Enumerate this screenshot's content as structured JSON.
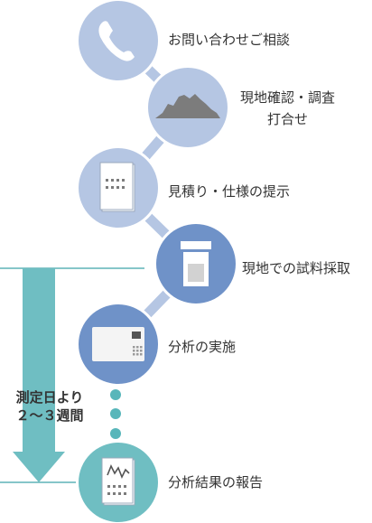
{
  "colors": {
    "light_circle": "#b5c6e3",
    "dark_circle": "#6f92c8",
    "connector": "#b5c6e3",
    "teal": "#6fbec2",
    "teal_line": "#5fb3b7",
    "dot": "#58b6ba",
    "icon_gray": "#7c7c7c"
  },
  "steps": [
    {
      "label": "お問い合わせご相談",
      "icon": "phone-icon"
    },
    {
      "label_lines": [
        "現地確認・調査",
        "打合せ"
      ],
      "icon": "mound-icon"
    },
    {
      "label": "見積り・仕様の提示",
      "icon": "document-icon"
    },
    {
      "label": "現地での試料採取",
      "icon": "sample-jar-icon"
    },
    {
      "label": "分析の実施",
      "icon": "analyzer-device-icon"
    },
    {
      "label": "分析結果の報告",
      "icon": "report-chart-icon"
    }
  ],
  "duration": {
    "line1": "測定日より",
    "line2": "２～３週間"
  }
}
